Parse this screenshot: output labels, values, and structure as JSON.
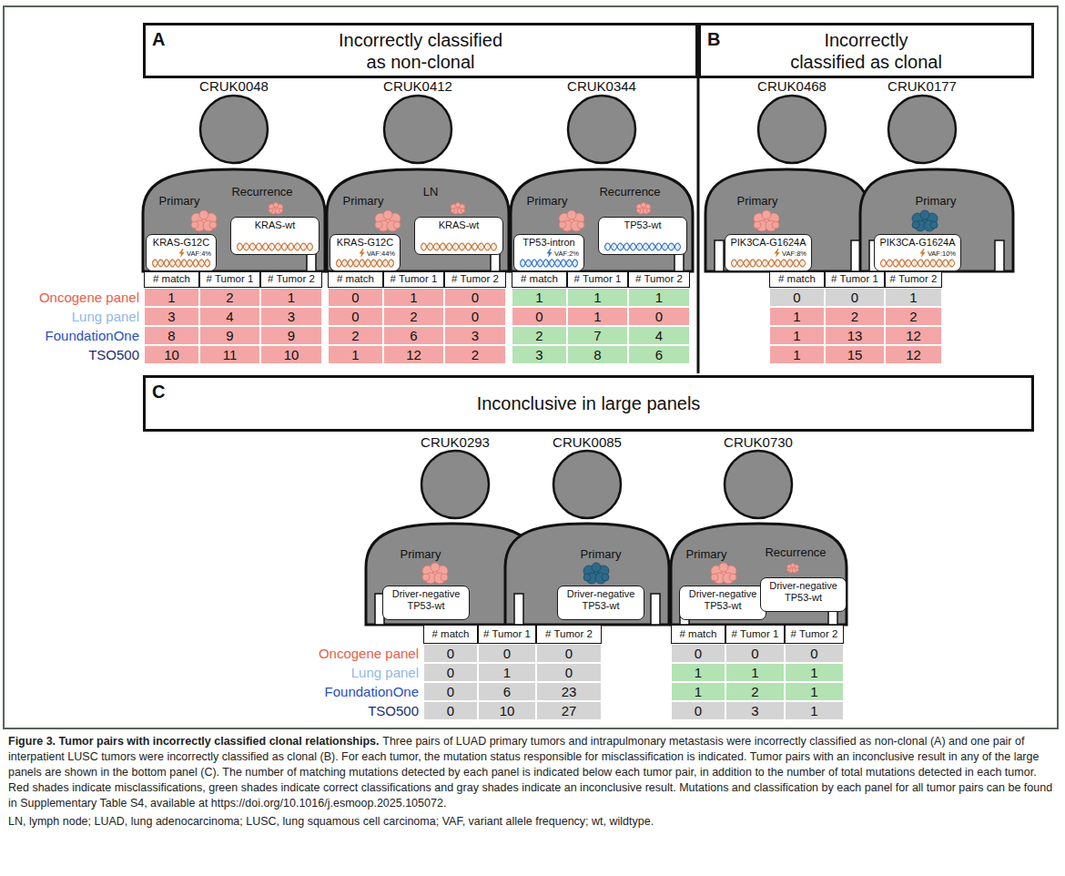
{
  "diagram": {
    "title": "Figure 3. Tumor pairs with incorrectly classified clonal relationships.",
    "caption": "Three pairs of LUAD primary tumors and intrapulmonary metastasis were incorrectly classified as non-clonal (A) and one pair of interpatient LUSC tumors were incorrectly classified as clonal (B). For each tumor, the mutation status responsible for misclassification is indicated. Tumor pairs with an inconclusive result in any of the large panels are shown in the bottom panel (C). The number of matching mutations detected by each panel is indicated below each tumor pair, in addition to the number of total mutations detected in each tumor. Red shades indicate misclassifications, green shades indicate correct classifications and gray shades indicate an inconclusive result. Mutations and classification by each panel for all tumor pairs can be found in Supplementary Table S4, available at https://doi.org/10.1016/j.esmoop.2025.105072.",
    "nodes": [
      {
        "text": [
          "A",
          "Incorrectly classified as non-clonal"
        ]
      },
      {
        "text": [
          "B",
          "Incorrectly classified as clonal"
        ]
      },
      {
        "text": [
          "CRUK0048",
          "Primary",
          "Recurrence"
        ]
      },
      {
        "text": [
          "KRAS-G12C",
          "VAF:4%"
        ],
        "in": 2
      },
      {
        "text": [
          "KRAS-wt"
        ],
        "in": 2
      },
      {
        "text": [
          "CRUK0412",
          "Primary",
          "LN"
        ]
      },
      {
        "text": [
          "KRAS-G12C",
          "VAF:44%"
        ],
        "in": 5
      },
      {
        "text": [
          "KRAS-wt"
        ],
        "in": 5
      },
      {
        "text": [
          "CRUK0344",
          "Primary",
          "Recurrence"
        ]
      },
      {
        "text": [
          "TP53-intron",
          "VAF:2%"
        ],
        "in": 8
      },
      {
        "text": [
          "TP53-wt"
        ],
        "in": 8
      },
      {
        "text": [
          "CRUK0468",
          "Primary"
        ]
      },
      {
        "text": [
          "PIK3CA-G1624A",
          "VAF:8%"
        ],
        "in": 11
      },
      {
        "text": [
          "CRUK0177",
          "Primary"
        ]
      },
      {
        "text": [
          "PIK3CA-G1624A",
          "VAF:10%"
        ],
        "in": 13
      },
      {
        "text": [
          "C",
          "Inconclusive in large panels"
        ]
      },
      {
        "text": [
          "CRUK0293",
          "Primary"
        ]
      },
      {
        "text": [
          "Driver-negative TP53-wt"
        ],
        "in": 16
      },
      {
        "text": [
          "CRUK0085",
          "Primary"
        ]
      },
      {
        "text": [
          "Driver-negative TP53-wt"
        ],
        "in": 18
      },
      {
        "text": [
          "CRUK0730",
          "Primary",
          "Recurrence"
        ]
      },
      {
        "text": [
          "Driver-negative TP53-wt"
        ],
        "in": 20
      },
      {
        "text": [
          "Driver-negative TP53-wt"
        ],
        "in": 20
      }
    ],
    "labels": [
      "Oncogene panel",
      "Lung panel",
      "FoundationOne",
      "TSO500",
      "# match",
      "# Tumor 1",
      "# Tumor 2",
      "1",
      "2",
      "1",
      "3",
      "4",
      "3",
      "8",
      "9",
      "9",
      "10",
      "11",
      "10",
      "# match",
      "# Tumor 1",
      "# Tumor 2",
      "0",
      "1",
      "0",
      "0",
      "2",
      "0",
      "2",
      "6",
      "3",
      "1",
      "12",
      "2",
      "# match",
      "# Tumor 1",
      "# Tumor 2",
      "1",
      "1",
      "1",
      "0",
      "1",
      "0",
      "2",
      "7",
      "4",
      "3",
      "8",
      "6",
      "# match",
      "# Tumor 1",
      "# Tumor 2",
      "0",
      "0",
      "1",
      "1",
      "2",
      "2",
      "1",
      "13",
      "12",
      "1",
      "15",
      "12",
      "Oncogene panel",
      "Lung panel",
      "FoundationOne",
      "TSO500",
      "# match",
      "# Tumor 1",
      "# Tumor 2",
      "0",
      "0",
      "0",
      "0",
      "1",
      "0",
      "0",
      "6",
      "23",
      "0",
      "10",
      "27",
      "# match",
      "# Tumor 1",
      "# Tumor 2",
      "0",
      "0",
      "0",
      "1",
      "1",
      "1",
      "1",
      "2",
      "1",
      "0",
      "3",
      "1",
      "LN, lymph node; LUAD, lung adenocarcinoma; LUSC, lung squamous cell carcinoma; VAF, variant allele frequency; wt, wildtype."
    ]
  }
}
